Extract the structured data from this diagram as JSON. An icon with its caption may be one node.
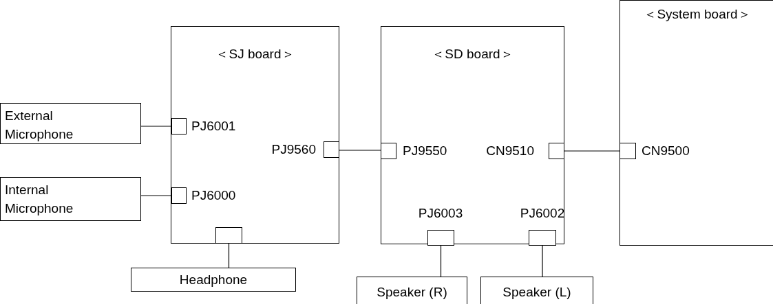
{
  "diagram": {
    "nodes": [
      {
        "text": [
          "External Microphone"
        ]
      },
      {
        "text": [
          "Internal Microphone"
        ]
      },
      {
        "text": [
          "＜SJ board＞"
        ]
      },
      {
        "text": [],
        "shape": "box",
        "in": 2,
        "beside": [
          "PJ6001"
        ]
      },
      {
        "text": [],
        "shape": "box",
        "in": 2,
        "beside": [
          "PJ6000"
        ]
      },
      {
        "text": [],
        "shape": "box",
        "in": 2,
        "beside": [
          "PJ9560"
        ]
      },
      {
        "text": [],
        "shape": "box",
        "in": 2
      },
      {
        "text": [
          "Headphone"
        ]
      },
      {
        "text": [
          "＜SD board＞"
        ]
      },
      {
        "text": [],
        "shape": "box",
        "in": 8,
        "beside": [
          "PJ9550"
        ]
      },
      {
        "text": [],
        "shape": "box",
        "in": 8,
        "beside": [
          "CN9510"
        ]
      },
      {
        "text": [],
        "shape": "box",
        "in": 8,
        "beside": [
          "PJ6003"
        ]
      },
      {
        "text": [],
        "shape": "box",
        "in": 8,
        "beside": [
          "PJ6002"
        ]
      },
      {
        "text": [
          "Speaker (R)"
        ]
      },
      {
        "text": [
          "Speaker (L)"
        ]
      },
      {
        "text": [
          "＜System board＞"
        ]
      },
      {
        "text": [],
        "shape": "box",
        "in": 15,
        "beside": [
          "CN9500"
        ]
      }
    ],
    "edges": [
      {
        "from": 0,
        "to": 3,
        "arrow": "none"
      },
      {
        "from": 1,
        "to": 4,
        "arrow": "none"
      },
      {
        "from": 5,
        "to": 9,
        "arrow": "none"
      },
      {
        "from": 10,
        "to": 16,
        "arrow": "none"
      },
      {
        "from": 6,
        "to": 7,
        "arrow": "none"
      },
      {
        "from": 11,
        "to": 13,
        "arrow": "none"
      },
      {
        "from": 12,
        "to": 14,
        "arrow": "none"
      }
    ]
  }
}
